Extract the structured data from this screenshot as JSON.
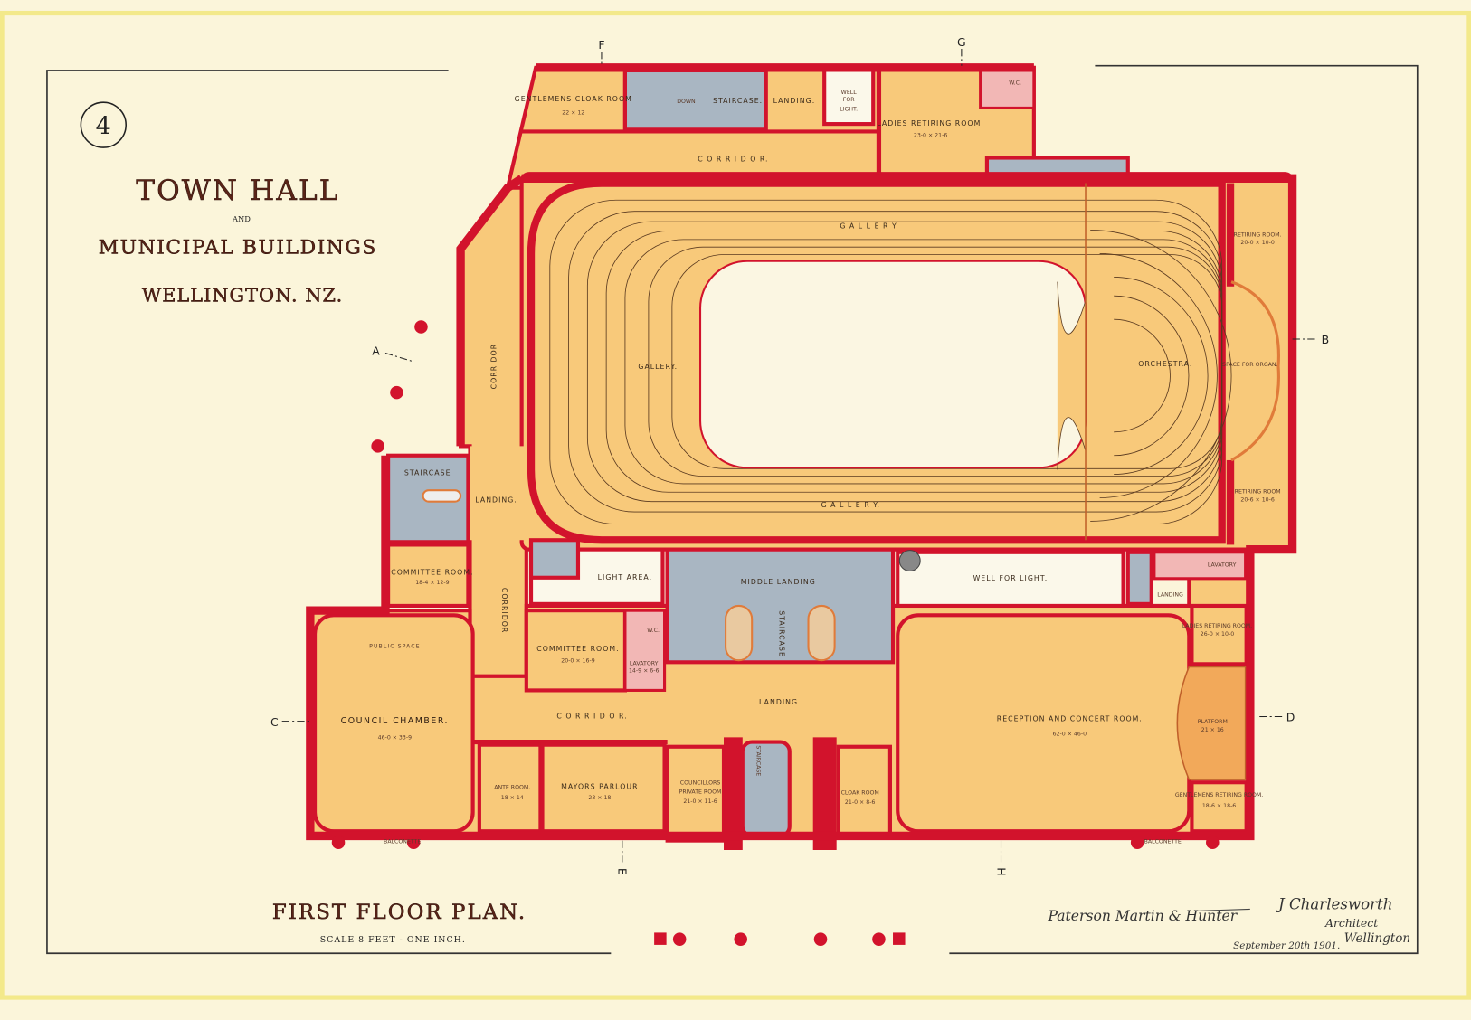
{
  "plate_number": "4",
  "title": {
    "line1": "TOWN HALL",
    "line2": "AND",
    "line3": "MUNICIPAL BUILDINGS",
    "line4": "WELLINGTON. NZ."
  },
  "plan_title": "FIRST FLOOR PLAN.",
  "scale": "SCALE 8 FEET - ONE INCH.",
  "signatures": {
    "contractor": "Paterson Martin & Hunter",
    "architect": "J Charlesworth",
    "architect_role": "Architect",
    "architect_city": "Wellington",
    "date": "September 20th 1901."
  },
  "section_markers": [
    "A",
    "B",
    "C",
    "D",
    "E",
    "F",
    "G",
    "H"
  ],
  "rooms": [
    {
      "name": "GENTLEMENS CLOAK ROOM",
      "dims": "22 × 12"
    },
    {
      "name": "STAIRCASE.",
      "note": "DOWN"
    },
    {
      "name": "LANDING."
    },
    {
      "name": "WELL",
      "name2": "FOR",
      "name3": "LIGHT."
    },
    {
      "name": "LADIES RETIRING ROOM.",
      "dims": "23-0 × 21-6"
    },
    {
      "name": "W.C."
    },
    {
      "name": "C O R R I D O R."
    },
    {
      "name": "G A L L E R Y."
    },
    {
      "name": "GALLERY."
    },
    {
      "name": "G A L L E R Y."
    },
    {
      "name": "ORCHESTRA."
    },
    {
      "name": "SPACE FOR ORGAN."
    },
    {
      "name": "RETIRING ROOM.",
      "dims": "20-0 × 10-0"
    },
    {
      "name": "RETIRING ROOM",
      "dims": "20-6 × 10-6"
    },
    {
      "name": "CORRIDOR"
    },
    {
      "name": "STAIRCASE"
    },
    {
      "name": "LANDING."
    },
    {
      "name": "COMMITTEE ROOM.",
      "dims": "18-4 × 12-9"
    },
    {
      "name": "CORRIDOR"
    },
    {
      "name": "LIGHT AREA."
    },
    {
      "name": "MIDDLE LANDING"
    },
    {
      "name": "STAIRCASE"
    },
    {
      "name": "WELL FOR LIGHT."
    },
    {
      "name": "LAVATORY"
    },
    {
      "name": "LANDING"
    },
    {
      "name": "LADIES RETIRING ROOM.",
      "dims": "26-0 × 10-0"
    },
    {
      "name": "PUBLIC SPACE"
    },
    {
      "name": "COUNCIL CHAMBER.",
      "dims": "46-0 × 33-9"
    },
    {
      "name": "COMMITTEE ROOM.",
      "dims": "20-0 × 16-9"
    },
    {
      "name": "LAVATORY",
      "dims": "14-9 × 6-6"
    },
    {
      "name": "W.C."
    },
    {
      "name": "C O R R I D O R."
    },
    {
      "name": "LANDING."
    },
    {
      "name": "RECEPTION AND CONCERT ROOM.",
      "dims": "62-0 × 46-0"
    },
    {
      "name": "PLATFORM",
      "dims": "21 × 16"
    },
    {
      "name": "ANTE ROOM.",
      "dims": "18 × 14"
    },
    {
      "name": "MAYORS PARLOUR",
      "dims": "23 × 18"
    },
    {
      "name": "COUNCILLORS",
      "name2": "PRIVATE ROOM",
      "dims": "21-0 × 11-6"
    },
    {
      "name": "STAIRCASE"
    },
    {
      "name": "CLOAK ROOM",
      "dims": "21-0 × 8-6"
    },
    {
      "name": "GENTLEMENS RETIRING ROOM.",
      "dims": "18-6 × 18-6"
    },
    {
      "name": "BALCONETTE"
    }
  ],
  "colors": {
    "paper": "#fbf5da",
    "walls": "#d2132c",
    "floor": "#f8c97a",
    "stairs": "#a9b6c2",
    "wc": "#f2b7b5",
    "platform": "#f2a95a"
  }
}
